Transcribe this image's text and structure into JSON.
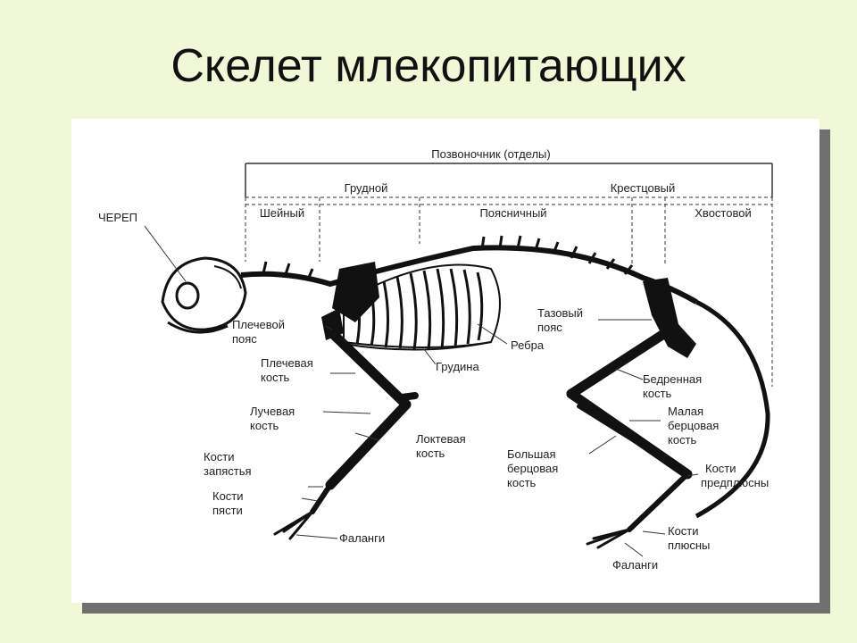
{
  "title": "Скелет млекопитающих",
  "diagram": {
    "spine_header": "Позвоночник (отделы)",
    "spine_sections": {
      "thoracic": "Грудной",
      "sacral": "Крестцовый",
      "cervical": "Шейный",
      "lumbar": "Поясничный",
      "caudal": "Хвостовой"
    },
    "labels": {
      "skull": "ЧЕРЕП",
      "shoulder_girdle_1": "Плечевой",
      "shoulder_girdle_2": "пояс",
      "humerus_1": "Плечевая",
      "humerus_2": "кость",
      "radius_1": "Лучевая",
      "radius_2": "кость",
      "carpals_1": "Кости",
      "carpals_2": "запястья",
      "metacarpals_1": "Кости",
      "metacarpals_2": "пясти",
      "phalanges_front": "Фаланги",
      "ulna_1": "Локтевая",
      "ulna_2": "кость",
      "sternum": "Грудина",
      "ribs": "Ребра",
      "pelvic_girdle_1": "Тазовый",
      "pelvic_girdle_2": "пояс",
      "femur_1": "Бедренная",
      "femur_2": "кость",
      "fibula_1": "Малая",
      "fibula_2": "берцовая",
      "fibula_3": "кость",
      "tibia_1": "Большая",
      "tibia_2": "берцовая",
      "tibia_3": "кость",
      "tarsals_1": "Кости",
      "tarsals_2": "предплюсны",
      "metatarsals_1": "Кости",
      "metatarsals_2": "плюсны",
      "phalanges_hind": "Фаланги"
    }
  }
}
